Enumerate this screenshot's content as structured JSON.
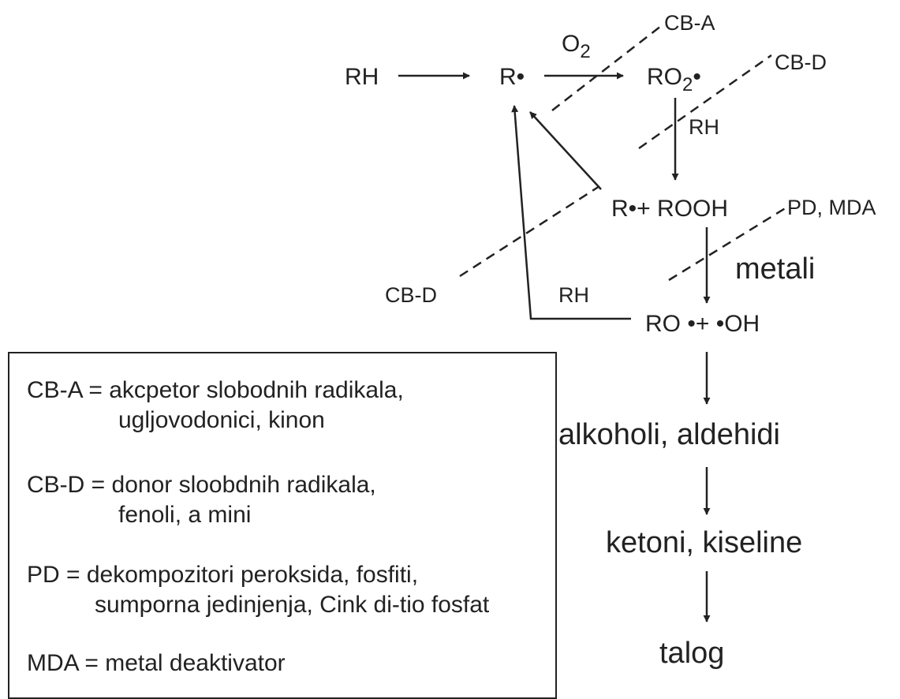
{
  "nodes": {
    "rh": "RH",
    "r_radical": "R•",
    "ro2_radical": {
      "base": "RO",
      "sub": "2",
      "dot": "•"
    },
    "r_rooh": "R•+ ROOH",
    "ro_oh": "RO •+ •OH",
    "alkoholi": "alkoholi, aldehidi",
    "ketoni": "ketoni, kiseline",
    "talog": "talog"
  },
  "edge_labels": {
    "o2": {
      "base": "O",
      "sub": "2"
    },
    "rh_down": "RH",
    "rh_loop": "RH",
    "metali": "metali"
  },
  "inhibitor_labels": {
    "cb_a": "CB-A",
    "cb_d_top": "CB-D",
    "cb_d_left": "CB-D",
    "pd_mda": "PD, MDA"
  },
  "legend": {
    "cb_a_line1": "CB-A = akcpetor slobodnih radikala,",
    "cb_a_line2": "ugljovodonici, kinon",
    "cb_d_line1": "CB-D = donor sloobdnih radikala,",
    "cb_d_line2": "fenoli, a mini",
    "pd_line1": "PD = dekompozitori peroksida, fosfiti,",
    "pd_line2": "sumporna jedinjenja, Cink di-tio fosfat",
    "mda_line1": "MDA = metal deaktivator"
  }
}
